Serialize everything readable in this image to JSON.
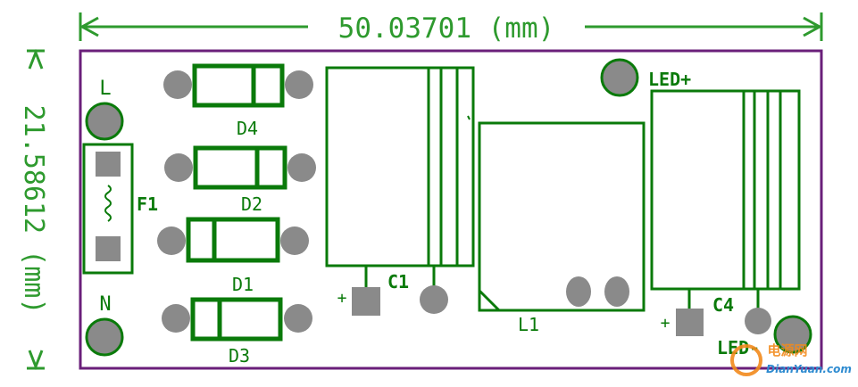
{
  "dimensions": {
    "width_label": "50.03701 (mm)",
    "height_label": "21.58612 (mm)"
  },
  "pads": {
    "line": "L",
    "neutral": "N",
    "led_plus": "LED+",
    "led_minus": "LED-"
  },
  "components": {
    "fuse": "F1",
    "diode_1": "D1",
    "diode_2": "D2",
    "diode_3": "D3",
    "diode_4": "D4",
    "capacitor_1": "C1",
    "capacitor_4": "C4",
    "inductor": "L1",
    "plus_sign": "+"
  },
  "watermark": {
    "site": "DianYuan.com",
    "logo_text": "电源网"
  },
  "colors": {
    "board_outline": "#6a1f7a",
    "silkscreen": "#0a7a0a",
    "dimension": "#2e9a2e",
    "pad": "#8a8a8a",
    "watermark_orange": "#f28a1c"
  }
}
